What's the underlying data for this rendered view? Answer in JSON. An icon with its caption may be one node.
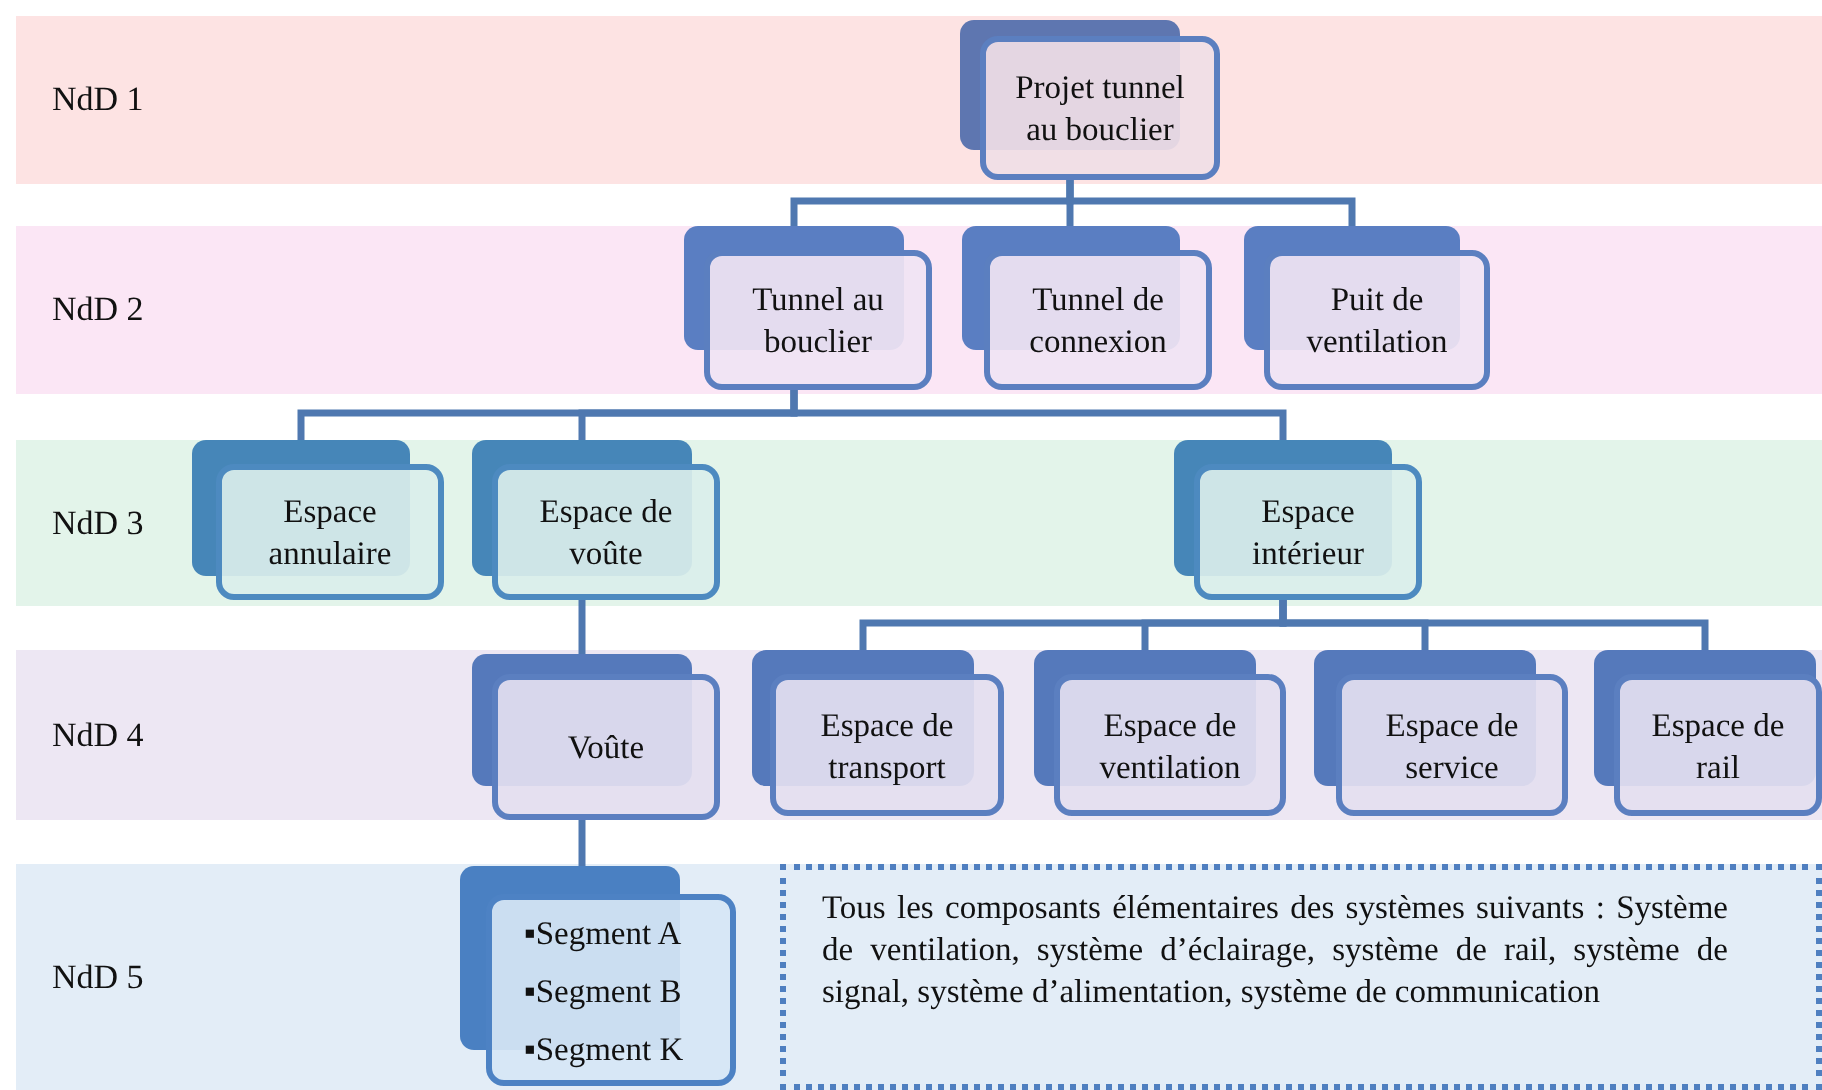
{
  "diagram": {
    "nodes": [
      {
        "text": [
          "NdD 1"
        ]
      },
      {
        "text": [
          "Projet tunnel au bouclier"
        ],
        "in": 0
      },
      {
        "text": [
          "NdD 2"
        ]
      },
      {
        "text": [
          "Tunnel au bouclier"
        ],
        "in": 2
      },
      {
        "text": [
          "Tunnel de connexion"
        ],
        "in": 2
      },
      {
        "text": [
          "Puit de ventilation"
        ],
        "in": 2
      },
      {
        "text": [
          "NdD 3"
        ]
      },
      {
        "text": [
          "Espace annulaire"
        ],
        "in": 6
      },
      {
        "text": [
          "Espace de voûte"
        ],
        "in": 6
      },
      {
        "text": [
          "Espace intérieur"
        ],
        "in": 6
      },
      {
        "text": [
          "NdD 4"
        ]
      },
      {
        "text": [
          "Voûte"
        ],
        "in": 10
      },
      {
        "text": [
          "Espace de transport"
        ],
        "in": 10
      },
      {
        "text": [
          "Espace de ventilation"
        ],
        "in": 10
      },
      {
        "text": [
          "Espace de service"
        ],
        "in": 10
      },
      {
        "text": [
          "Espace de rail"
        ],
        "in": 10
      },
      {
        "text": [
          "NdD 5"
        ]
      },
      {
        "text": [
          "▪Segment A",
          "▪Segment B",
          "▪Segment K"
        ],
        "in": 16
      },
      {
        "text": [
          "Tous les composants élémentaires des systèmes suivants : Système de ventilation, système d’éclairage, système de rail, système de signal, système d’alimentation, système de communication"
        ],
        "in": 16
      }
    ],
    "edges": [
      {
        "from": 1,
        "to": 3,
        "arrow": "none"
      },
      {
        "from": 1,
        "to": 4,
        "arrow": "none"
      },
      {
        "from": 1,
        "to": 5,
        "arrow": "none"
      },
      {
        "from": 3,
        "to": 7,
        "arrow": "none"
      },
      {
        "from": 3,
        "to": 8,
        "arrow": "none"
      },
      {
        "from": 3,
        "to": 9,
        "arrow": "none"
      },
      {
        "from": 8,
        "to": 11,
        "arrow": "none"
      },
      {
        "from": 9,
        "to": 12,
        "arrow": "none"
      },
      {
        "from": 9,
        "to": 13,
        "arrow": "none"
      },
      {
        "from": 9,
        "to": 14,
        "arrow": "none"
      },
      {
        "from": 9,
        "to": 15,
        "arrow": "none"
      },
      {
        "from": 11,
        "to": 17,
        "arrow": "none"
      }
    ]
  }
}
